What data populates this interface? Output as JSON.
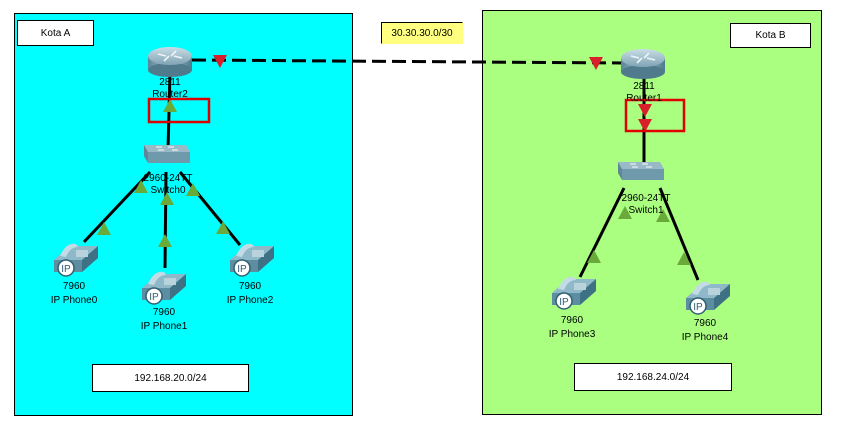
{
  "areas": {
    "a": {
      "label": "Kota A",
      "network": "192.168.20.0/24",
      "color": "#00ffff"
    },
    "b": {
      "label": "Kota B",
      "network": "192.168.24.0/24",
      "color": "#aaff80"
    }
  },
  "wan": {
    "network": "30.30.30.0/30",
    "note_color": "#ffff80"
  },
  "devices": {
    "router_a": {
      "model": "2811",
      "name": "Router2"
    },
    "router_b": {
      "model": "2811",
      "name": "Router1"
    },
    "switch_a": {
      "model": "2960-24TT",
      "name": "Switch0"
    },
    "switch_b": {
      "model": "2960-24TT",
      "name": "Switch1"
    },
    "phone0": {
      "model": "7960",
      "name": "IP Phone0"
    },
    "phone1": {
      "model": "7960",
      "name": "IP Phone1"
    },
    "phone2": {
      "model": "7960",
      "name": "IP Phone2"
    },
    "phone3": {
      "model": "7960",
      "name": "IP Phone3"
    },
    "phone4": {
      "model": "7960",
      "name": "IP Phone4"
    }
  },
  "link_status_colors": {
    "up": "#6aaa3a",
    "down": "#d8202a",
    "highlight": "#e00000"
  },
  "phone_badge_text": "IP"
}
